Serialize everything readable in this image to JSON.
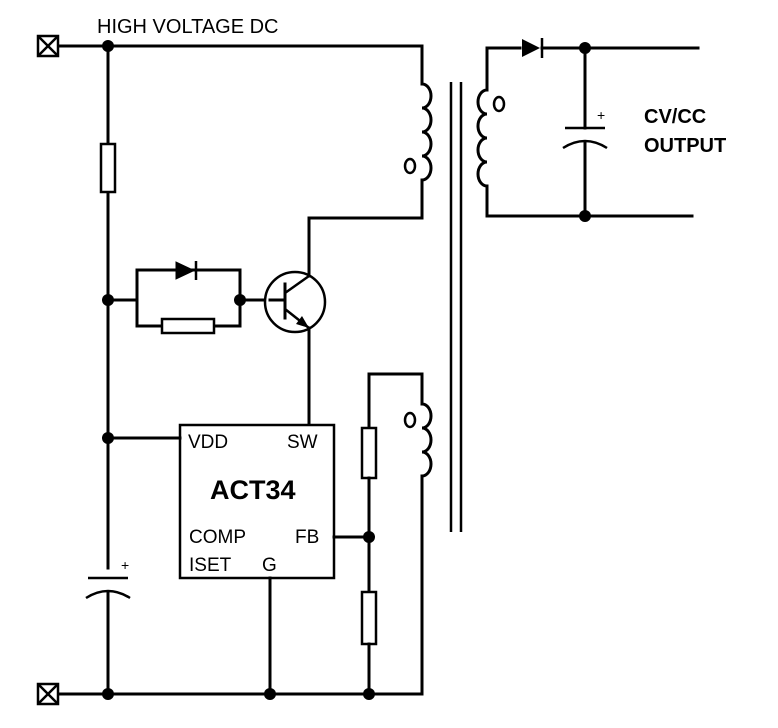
{
  "labels": {
    "input_label": "HIGH VOLTAGE DC",
    "output_line1": "CV/CC",
    "output_line2": "OUTPUT"
  },
  "chip": {
    "name": "ACT34",
    "pins": {
      "vdd": "VDD",
      "sw": "SW",
      "comp": "COMP",
      "fb": "FB",
      "iset": "ISET",
      "g": "G"
    }
  },
  "capacitor_polarity": "+"
}
